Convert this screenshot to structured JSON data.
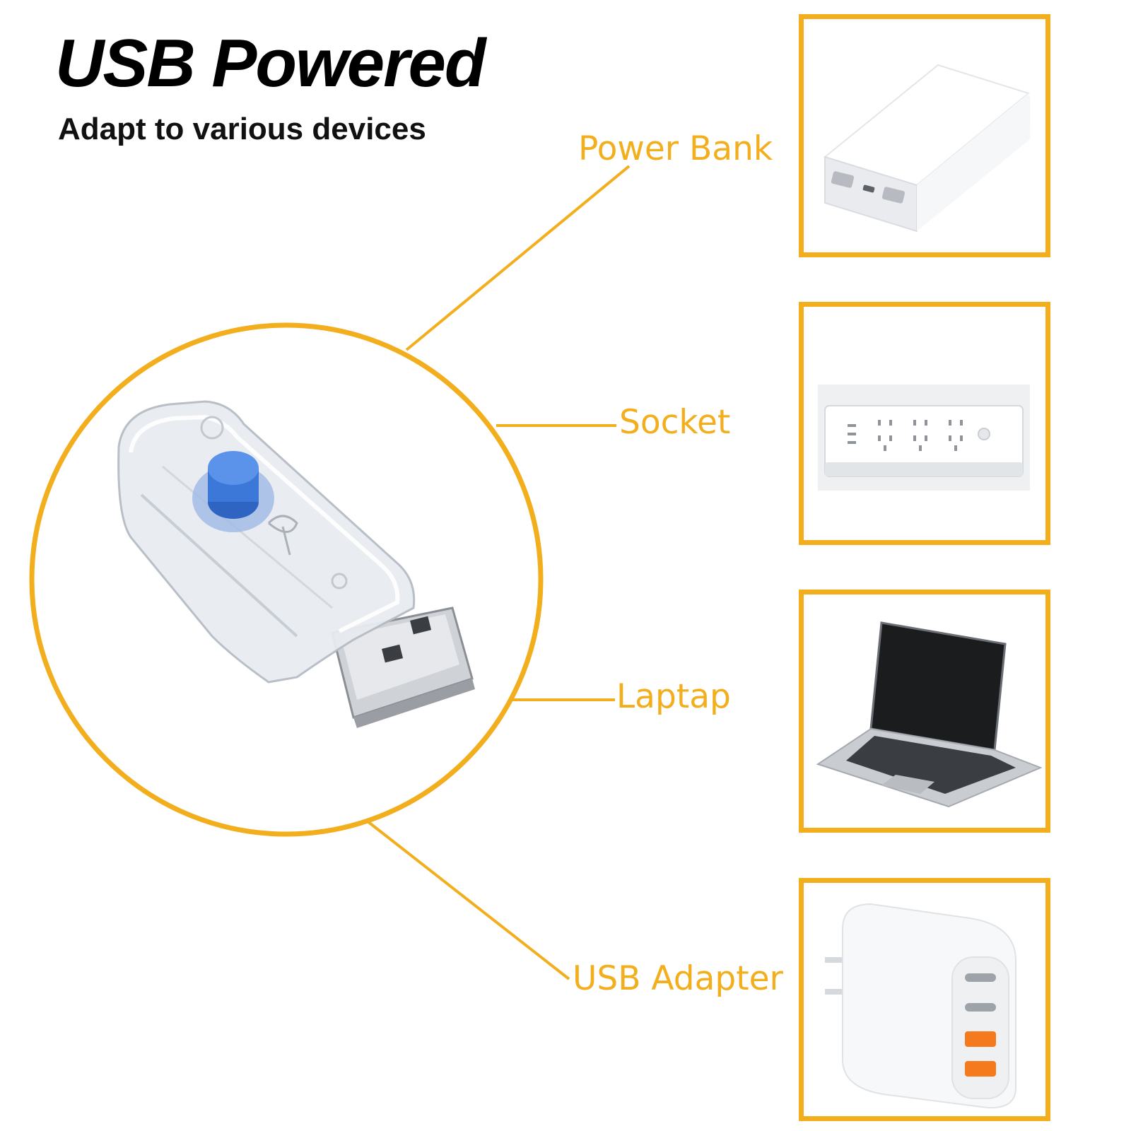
{
  "header": {
    "title": "USB Powered",
    "subtitle": "Adapt to various devices"
  },
  "devices": [
    {
      "label": "Power Bank"
    },
    {
      "label": "Socket"
    },
    {
      "label": "Laptap"
    },
    {
      "label": "USB Adapter"
    }
  ],
  "colors": {
    "accent": "#f2ae1c",
    "button_blue": "#3b78d8"
  }
}
